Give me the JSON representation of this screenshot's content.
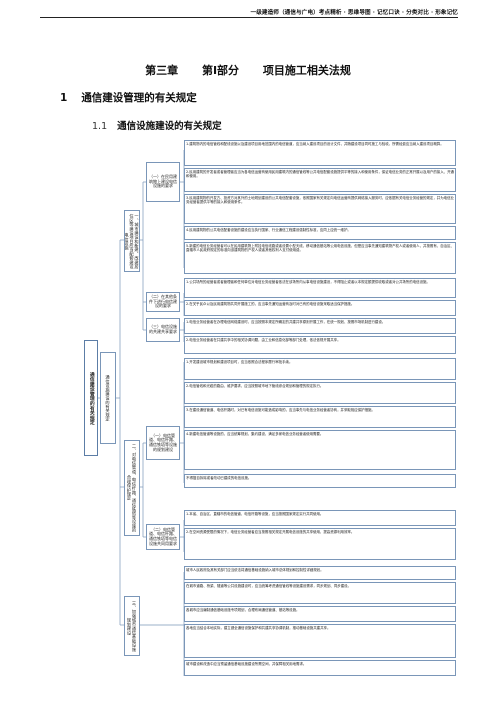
{
  "header": {
    "text": "一级建造师（通信与广电）考点精析 · 思维导图 · 记忆口诀 · 分类对比 · 形象记忆"
  },
  "title": {
    "chapter": "第三章",
    "part": "第Ⅰ部分",
    "name": "项目施工相关法规"
  },
  "section1": {
    "num": "1",
    "title": "通信建设管理的有关规定"
  },
  "section11": {
    "num": "1.1",
    "title": "通信设施建设的有关规定"
  },
  "mindmap": {
    "root": "通信建设管理的有关规定",
    "l1": [
      "通信设施建设的有关规定"
    ],
    "l2": [
      "一、城市建设和新建、改建居住区等建设项目应当配套建设电信设施",
      "二、对电信管道、电信杆路、通信铁塔等设施的合理保护规定",
      "三、加强城市通信基础设施规划建设"
    ],
    "l3": [
      "（一）在民用建筑物上建设电信设施的要求",
      "（二）在其他条件下进行电信建设的要求",
      "（三）电信设施的共建共享要求",
      "（一）电信管道、电信杆路、通信铁塔等设施的规划建设",
      "（二）电信管道、电信杆路、通信铁塔等电信设施共同用要求"
    ],
    "leaves": [
      "1.建筑物内的电信管线和配线设施以及建设项目用地范围内的电信管道，应当纳入建设项目的设计文件，并随建设项目同时施工与验收。所需经费应当纳入建设项目概算。",
      "2.民用建筑的开发者或者管理者应当为各电信运营商使用民用建筑内的通信管线等公共电信配套设施提供平等的接入和使用条件，保证电信业务的正常开展以及用户的接入、开通和使用。",
      "3.民用建筑物的开发方、投资方对其外的土地规划建设的公共电信配套设施，依照国家有关规定向电信运营商提供网络接入服务时，应依据有关电信业务经营的规定，并为电信业务经营者提供平等的接入和使用条件。",
      "4.民用建筑物的公共电信配套设施的建设应当执行国家、行业通信工程建设强制性标准，应同上应统一维护。",
      "5.新建的电信业务经营者可以在民用建筑物上附挂电信线路或者设置小型天线、移动通信基站等公用电信设施，但是应当事先通知建筑物产权人或者使用人，并按照有、自治区、直辖市人民政府规定的标准向该建筑物的产权人或者其他权利人支付使用费。",
      "1.公共场所的经营者或者管理者和任何单位对电信业务经营者依法在该场所内从事电信设施建设，不得阻止或者以本规定额提供收取或者对公共场所的电信设施。",
      "2.在关乎民众以及民用建筑物共同开展施工的，应当事先通知运营商及时对已有的电信设施采取适当保护措施。",
      "1.电信业务经营者在办理电信网络建设时，应当按照本规定所确定的共建共享原则开展工作，在统一规划、按照市场机制进行建设。",
      "2.电信业务经营者在共建共享中的相关协调问题，由工业和信息化部等部门处理，依法依规开展共享。",
      "1.开发建设城市规划和建设项目时，应当依照合法程序履行审批手续。",
      "2.电信管线和光缆的路由、维护要求，应当按照城市地下管线综合规划和管理的规定执行。",
      "3.在建设通信管道、电信杆路时，对已有电信设施可能造成影响的，应当事先与电信业务经营者协商，并采取相应保护措施。",
      "4.新建电信管道等设施的，应当统筹规划，集约建设，满足多家电信业务经营者使用需要。",
      "不得擅自拆除或者改动已建成的电信设施。",
      "1.本省、自治区、直辖市的电信管道、电信杆路等设施，应当按照国家规定实行共同使用。",
      "2.在空间资源受限的情况下，电信业务经营者应当按照相关规定开展电信设施的共享使用，提高资源利用效率。",
      "城市人民政府及其有关部门应当依法将通信基础设施纳入城市总体规划和控制性详细规划。",
      "在城市道路、桥梁、隧道等公共设施建设时，应当统筹考虑通信管线等设施建设需求，同步规划、同步建设。",
      "各城市应当编制通信基础设施专项规划，合理布局通信管道、基站等设施。",
      "各地应当结合本地实际，建立健全通信设施保护和共建共享协调机制，推动基础设施共建共享。",
      "城市建设和改造中应当预留通信基础设施建设所需空间，并保障相关用地需求。"
    ]
  }
}
